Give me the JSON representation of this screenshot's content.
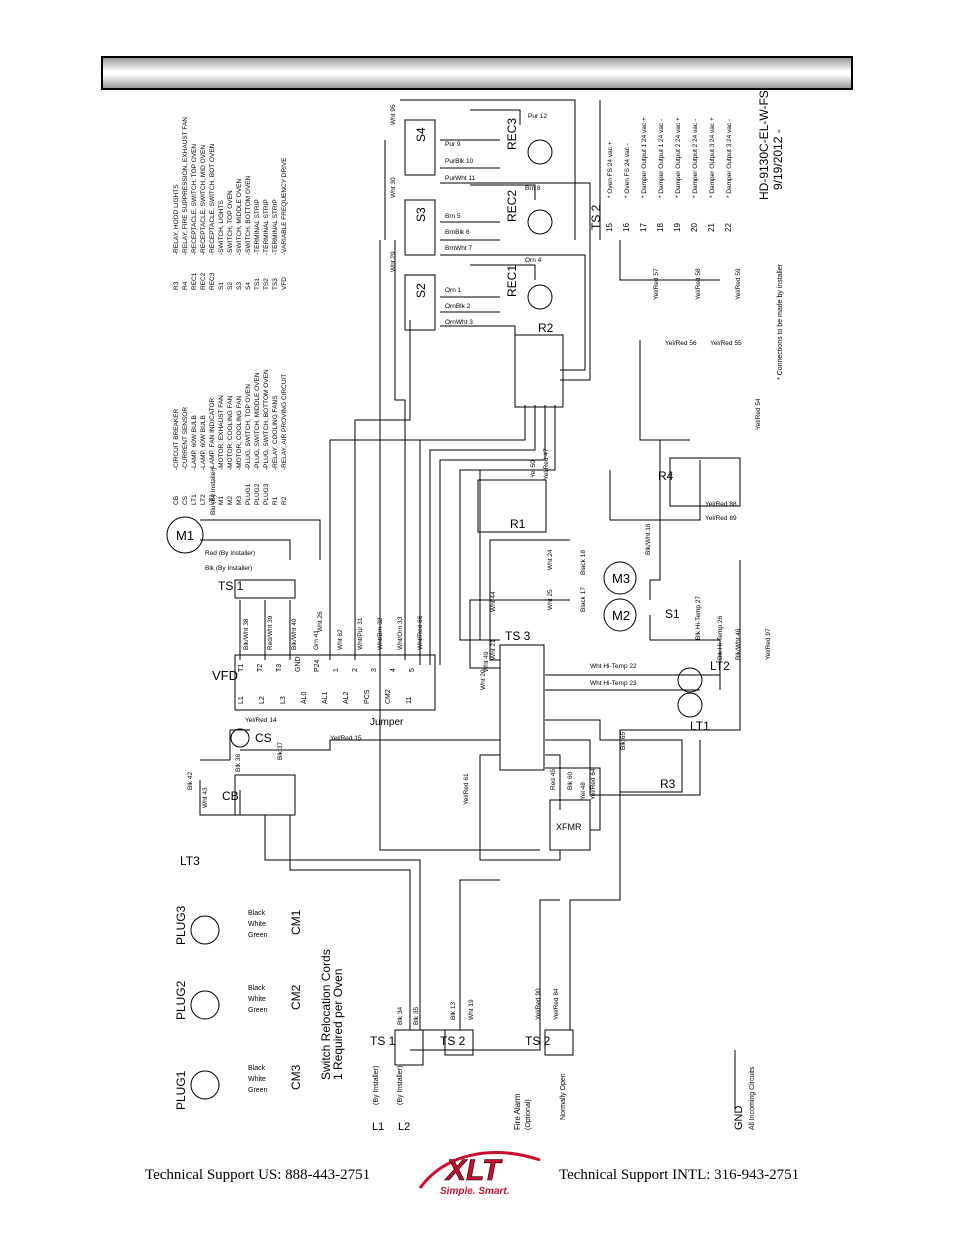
{
  "footer": {
    "support_us": "Technical Support  US:  888-443-2751",
    "support_intl": "Technical Support  INTL:  316-943-2751"
  },
  "logo": {
    "brand": "XLT",
    "tagline": "Simple. Smart.",
    "brand_color": "#c8102e"
  },
  "diagram": {
    "drawing_number": "HD-9130C-EL-W-FS",
    "date": "9/19/2012 -",
    "install_note": "* Connections to be made by installer",
    "legend_left": [
      {
        "code": "CB",
        "desc": "-CIRCUIT BREAKER"
      },
      {
        "code": "CS",
        "desc": "-CURRENT SENSOR"
      },
      {
        "code": "LT1",
        "desc": "-LAMP, 60W BULB"
      },
      {
        "code": "LT2",
        "desc": "-LAMP, 60W BULB"
      },
      {
        "code": "LT3",
        "desc": "-LAMP, FAN INDICATOR"
      },
      {
        "code": "M1",
        "desc": "-MOTOR, EXHAUST FAN"
      },
      {
        "code": "M2",
        "desc": "-MOTOR, COOLING FAN"
      },
      {
        "code": "M3",
        "desc": "-MOTOR, COOLING FAN"
      },
      {
        "code": "PLUG1",
        "desc": "-PLUG, SWITCH, TOP OVEN"
      },
      {
        "code": "PLUG2",
        "desc": "-PLUG, SWITCH, MIDDLE OVEN"
      },
      {
        "code": "PLUG3",
        "desc": "-PLUG, SWITCH, BOTTOM OVEN"
      },
      {
        "code": "R1",
        "desc": "-RELAY, COOLING FANS"
      },
      {
        "code": "R2",
        "desc": "-RELAY, AIR PROVING CIRCUIT"
      }
    ],
    "legend_right": [
      {
        "code": "R3",
        "desc": "-RELAY, HOOD LIGHTS"
      },
      {
        "code": "R4",
        "desc": "-RELAY, FIRE SUPPRESSION, EXHAUST FAN"
      },
      {
        "code": "REC1",
        "desc": "-RECEPTACLE, SWITCH, TOP OVEN"
      },
      {
        "code": "REC2",
        "desc": "-RECEPTACLE, SWITCH, MID OVEN"
      },
      {
        "code": "REC3",
        "desc": "-RECEPTACLE, SWITCH, BOT OVEN"
      },
      {
        "code": "S1",
        "desc": "-SWITCH, LIGHTS"
      },
      {
        "code": "S2",
        "desc": "-SWITCH, TOP OVEN"
      },
      {
        "code": "S3",
        "desc": "-SWITCH, MIDDLE OVEN"
      },
      {
        "code": "S4",
        "desc": "-SWITCH, BOTTOM OVEN"
      },
      {
        "code": "TS1",
        "desc": "-TERMINAL STRIP"
      },
      {
        "code": "TS2",
        "desc": "-TERMINAL STRIP"
      },
      {
        "code": "TS3",
        "desc": "-TERMINAL STRIP"
      },
      {
        "code": "VFD",
        "desc": "-VARIABLE FREQUENCY DRIVE"
      }
    ],
    "ts2_outputs": [
      {
        "num": "15",
        "label": "* Oven FS 24 vac +"
      },
      {
        "num": "16",
        "label": "* Oven FS 24 vac -"
      },
      {
        "num": "17",
        "label": "* Damper Output 1 24 vac +"
      },
      {
        "num": "18",
        "label": "* Damper Output 1 24 vac -"
      },
      {
        "num": "19",
        "label": "* Damper Output 2 24 vac +"
      },
      {
        "num": "20",
        "label": "* Damper Output 2 24 vac -"
      },
      {
        "num": "21",
        "label": "* Damper Output 3 24 vac +"
      },
      {
        "num": "22",
        "label": "* Damper Output 3 24 vac -"
      }
    ],
    "components": {
      "ts2": "TS 2",
      "ts1": "TS 1",
      "ts3": "TS 3",
      "rec1": "REC1",
      "rec2": "REC2",
      "rec3": "REC3",
      "s1": "S1",
      "s2": "S2",
      "s3": "S3",
      "s4": "S4",
      "r1": "R1",
      "r2": "R2",
      "r3": "R3",
      "r4": "R4",
      "m1": "M1",
      "m2": "M2",
      "m3": "M3",
      "lt1": "LT1",
      "lt2": "LT2",
      "lt3": "LT3",
      "vfd": "VFD",
      "cb": "CB",
      "cs": "CS",
      "xfmr": "XFMR",
      "plug1": "PLUG1",
      "plug2": "PLUG2",
      "plug3": "PLUG3",
      "cm1": "CM1",
      "cm2": "CM2",
      "cm3": "CM3",
      "jumper": "Jumper"
    },
    "vfd_terminals_left": [
      "L1",
      "L2",
      "L3",
      "AL0",
      "AL1",
      "AL2",
      "PCS",
      "CM2",
      "11"
    ],
    "vfd_terminals_right": [
      "T1",
      "T2",
      "T3",
      "GND",
      "P24",
      "1",
      "2",
      "3",
      "4",
      "5"
    ],
    "switch_cords_title": "Switch Relocation Cords",
    "switch_cords_subtitle": "1 Required per Oven",
    "cord_colors": [
      "Black",
      "White",
      "Green"
    ],
    "incoming": {
      "l1": "L1",
      "l2": "L2",
      "by_installer": "(By Installer)",
      "fire_alarm": "Fire Alarm",
      "optional": "(Optional)",
      "normally_open": "Normally Open",
      "gnd": "GND",
      "all_incoming": "All Incoming Circuits"
    },
    "wire_labels": {
      "pur12": "Pur 12",
      "pur9": "Pur 9",
      "purblk10": "PurBlk 10",
      "purwht11": "PurWht 11",
      "brn8": "Brn 8",
      "brn5": "Brn 5",
      "brnblk6": "BrnBlk 6",
      "brnwht7": "BrnWht 7",
      "orn4": "Orn 4",
      "orn1": "Orn 1",
      "ornblk2": "OrnBlk 2",
      "ornwht3": "OrnWht 3",
      "wht95": "Wht 95",
      "wht30": "Wht 30",
      "wht29": "Wht 29",
      "yelred57": "Yel/Red 57",
      "yelred58": "Yel/Red 58",
      "yelred59": "Yel/Red 59",
      "yelred56": "Yel/Red 56",
      "yelred55": "Yel/Red 55",
      "yelred54": "Yel/Red 54",
      "yelred88": "Yel/Red 88",
      "yelred89": "Yel/Red 89",
      "wht24": "Wht 24",
      "wht25": "Wht 25",
      "black18": "Black 18",
      "black17": "Black 17",
      "wht44": "Wht 44",
      "wht49": "Wht 49",
      "blkwht16": "Blk/Wht 16",
      "wht22": "Wht Hi-Temp 22",
      "wht23": "Wht Hi-Temp 23",
      "blk27": "Blk Hi-Temp 27",
      "blk26": "Blk Hi-Temp 26",
      "blkwht46": "Blk/Wht 46",
      "yelred97": "Yel/Red 97",
      "yel50": "Yel 50",
      "yelred47": "Yel/Red 47",
      "blkwht38": "Blk/Wht 38",
      "redwht39": "Red/Wht 39",
      "blkwht40": "Blk/Wht 40",
      "grn41": "Grn 41",
      "wht26": "Wht 26",
      "wht62": "Wht 62",
      "whtpur31": "Wht/Pur 31",
      "whtbrn32": "Wht/Brn 32",
      "whtorn33": "Wht/Orn 33",
      "whtred66": "Wht/Red 66",
      "blk42": "Blk 42",
      "wht43": "Wht 43",
      "blk36": "Blk 36",
      "blk37": "Blk 37",
      "yelred14": "Yel/Red 14",
      "yelred15": "Yel/Red 15",
      "yelred61": "Yel/Red 61",
      "red45": "Red 45",
      "blk60": "Blk 60",
      "yel48": "Yel 48",
      "yelred64": "Yel/Red 64",
      "blk65": "Blk 65",
      "blk34": "Blk 34",
      "blk35": "Blk 35",
      "blk13": "Blk 13",
      "wht19": "Wht 19",
      "yelred90": "Yel/Red 90",
      "yelred84": "Yel/Red 84",
      "wht20": "Wht 20",
      "wht21": "Wht 21",
      "m1_blu": "Blu (By Installer)",
      "m1_red": "Red (By Installer)",
      "m1_blk": "Blk (By Installer)"
    }
  }
}
